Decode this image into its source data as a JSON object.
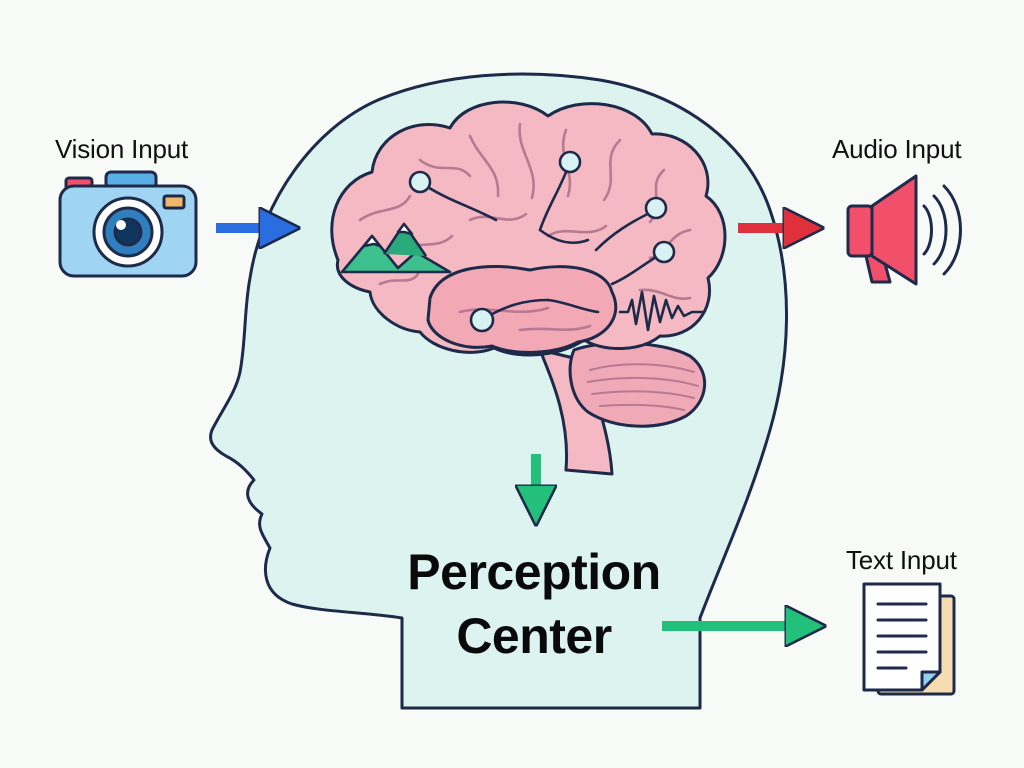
{
  "labels": {
    "vision": "Vision Input",
    "audio": "Audio Input",
    "text": "Text Input"
  },
  "center": {
    "line1": "Perception",
    "line2": "Center"
  },
  "icons": {
    "vision": "camera-icon",
    "audio": "megaphone-icon",
    "text": "document-icon"
  },
  "colors": {
    "head_fill": "#dcf3ef",
    "outline": "#1e2a4a",
    "brain_fill": "#f4b9c3",
    "brain_groove": "#b87a92",
    "node_fill": "#d8f1f3",
    "vision_arrow": "#2a6de0",
    "audio_arrow": "#e0303c",
    "output_arrow": "#22c07a",
    "camera_body": "#9fd4f2",
    "megaphone": "#f2506a",
    "mountain": "#3cc08e"
  }
}
